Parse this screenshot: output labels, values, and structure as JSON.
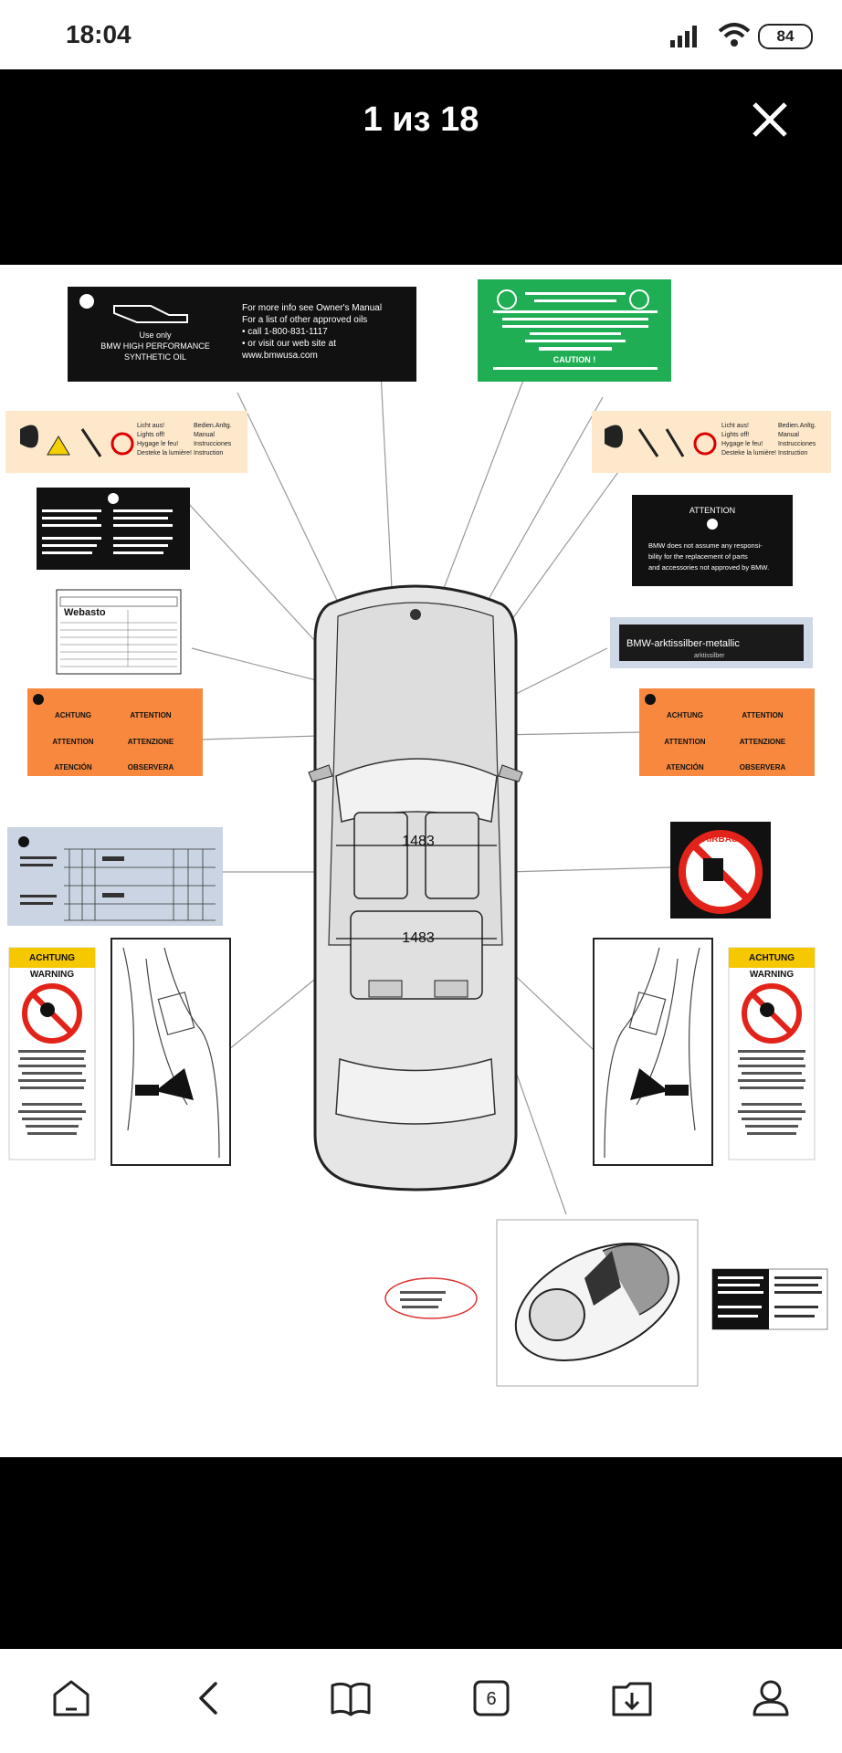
{
  "status_bar": {
    "time": "18:04",
    "battery": "84"
  },
  "viewer": {
    "counter": "1 из 18"
  },
  "labels": {
    "oil": {
      "left_lines": [
        "Use only",
        "BMW HIGH PERFORMANCE",
        "SYNTHETIC OIL"
      ],
      "right_lines": [
        "For more info see Owner's Manual",
        "For a list of other approved oils",
        "• call 1-800-831-1117",
        "• or visit our web site at",
        "  www.bmwusa.com"
      ]
    },
    "green": {
      "caution": "CAUTION !"
    },
    "light_switch": {
      "lines_a": [
        "Licht aus!",
        "Lights off!",
        "Hygage le feu!",
        "Desteke la lumière!"
      ],
      "lines_b": [
        "Bedien.Anltg.",
        "Manual",
        "Instrucciones",
        "Instruction"
      ]
    },
    "attention_black": {
      "title": "ATTENTION",
      "text": [
        "BMW does not assume any responsi-",
        "bility for the replacement of parts",
        "and accessories not approved by BMW."
      ]
    },
    "webasto": {
      "brand": "Webasto"
    },
    "paint": {
      "name": "BMW-arktissilber-metallic",
      "sub": "arktissilber"
    },
    "orange": {
      "left_col": [
        "ACHTUNG",
        "ATTENTION",
        "ATENCIÓN"
      ],
      "right_col": [
        "ATTENTION",
        "ATTENZIONE",
        "OBSERVERA"
      ]
    },
    "airbag": {
      "text": "AIRBAG"
    },
    "warning": {
      "achtung": "ACHTUNG",
      "warning": "WARNING"
    },
    "car": {
      "dim_front": "1483",
      "dim_rear": "1483"
    }
  },
  "nav": {
    "tabs_count": "6"
  },
  "icons": [
    "signal-icon",
    "wifi-icon",
    "battery-icon",
    "close-icon",
    "home-icon",
    "back-icon",
    "reader-icon",
    "tabs-icon",
    "download-icon",
    "profile-icon"
  ]
}
